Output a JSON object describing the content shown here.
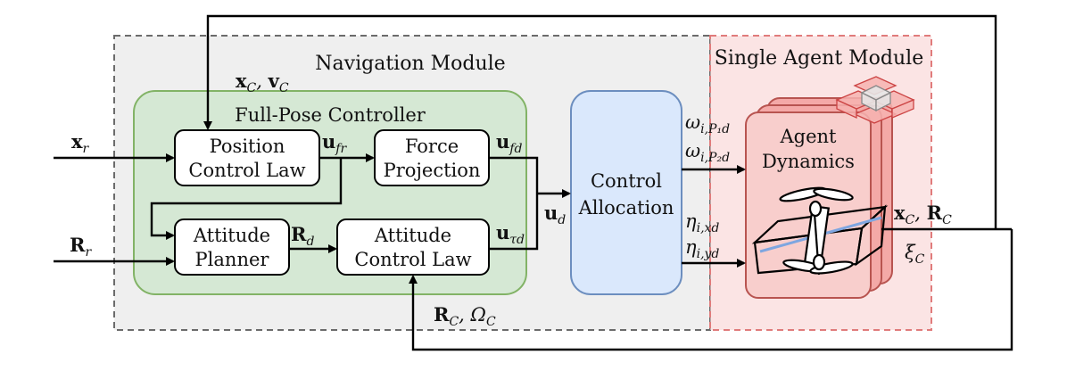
{
  "modules": {
    "navigation": {
      "title": "Navigation Module",
      "fill": "#efefef",
      "stroke": "#6b6b6b"
    },
    "single_agent": {
      "title": "Single Agent Module",
      "fill": "#f8d2d2",
      "stroke": "#e07b7b"
    },
    "full_pose": {
      "title": "Full-Pose Controller",
      "fill": "#d5e8d4",
      "stroke": "#82b366"
    }
  },
  "blocks": {
    "position_control_law": {
      "line1": "Position",
      "line2": "Control Law"
    },
    "force_projection": {
      "line1": "Force",
      "line2": "Projection"
    },
    "attitude_planner": {
      "line1": "Attitude",
      "line2": "Planner"
    },
    "attitude_control_law": {
      "line1": "Attitude",
      "line2": "Control Law"
    },
    "control_allocation": {
      "line1": "Control",
      "line2": "Allocation",
      "fill": "#dae8fc",
      "stroke": "#6c8ebf"
    },
    "agent_dynamics": {
      "line1": "Agent",
      "line2": "Dynamics",
      "fill": "#f8cecc",
      "stroke": "#b85450"
    }
  },
  "signals": {
    "x_r": {
      "base": "x",
      "sub": "r"
    },
    "R_r": {
      "base": "R",
      "sub": "r"
    },
    "u_fr": {
      "base": "u",
      "sub": "fr"
    },
    "u_fd": {
      "base": "u",
      "sub": "fd"
    },
    "u_taud": {
      "base": "u",
      "sub": "τd"
    },
    "u_d": {
      "base": "u",
      "sub": "d"
    },
    "R_d": {
      "base": "R",
      "sub": "d"
    },
    "xc_vc": {
      "a": "x",
      "a_sub": "C",
      "sep": ", ",
      "b": "v",
      "b_sub": "C"
    },
    "Rc_Omegac": {
      "a": "R",
      "a_sub": "C",
      "sep": ", ",
      "b": "Ω",
      "b_sub": "C"
    },
    "xc_Rc": {
      "a": "x",
      "a_sub": "C",
      "sep": ", ",
      "b": "R",
      "b_sub": "C"
    },
    "xi_c": {
      "base": "ξ",
      "sub": "C"
    },
    "omega_p1": {
      "base": "ω",
      "sub": "i,P₁d"
    },
    "omega_p2": {
      "base": "ω",
      "sub": "i,P₂d"
    },
    "eta_xd": {
      "base": "η",
      "sub": "i,xd"
    },
    "eta_yd": {
      "base": "η",
      "sub": "i,yd"
    }
  },
  "icons": [
    "quadrotor-drone-icon",
    "modular-structure-icon"
  ]
}
